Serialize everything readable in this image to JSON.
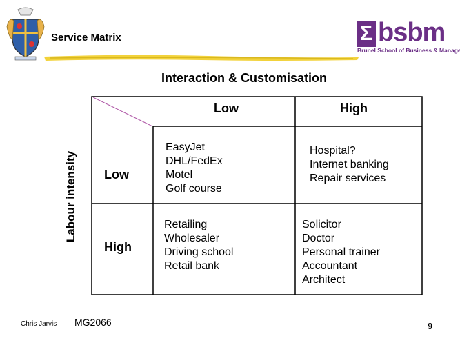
{
  "slide": {
    "title": "Service Matrix",
    "heading": "Interaction & Customisation",
    "logo": {
      "mark": "Σ",
      "text": "bsbm",
      "subtitle": "Brunel School of Business & Management",
      "color": "#6b2f86"
    },
    "y_axis_label": "Labour intensity",
    "columns": [
      "Low",
      "High"
    ],
    "rows": [
      "Low",
      "High"
    ],
    "cells": {
      "low_low": [
        "EasyJet",
        "DHL/FedEx",
        "Motel",
        "Golf course"
      ],
      "low_high": [
        "Hospital?",
        "Internet banking",
        "Repair services"
      ],
      "high_low": [
        "Retailing",
        "Wholesaler",
        "Driving school",
        "Retail bank"
      ],
      "high_high": [
        "Solicitor",
        "Doctor",
        "Personal trainer",
        "Accountant",
        "Architect"
      ]
    },
    "footer": {
      "author": "Chris Jarvis",
      "course_code": "MG2066",
      "page_number": "9"
    },
    "icons": {
      "crest": "university-crest-icon",
      "logo": "bsbm-logo"
    }
  }
}
